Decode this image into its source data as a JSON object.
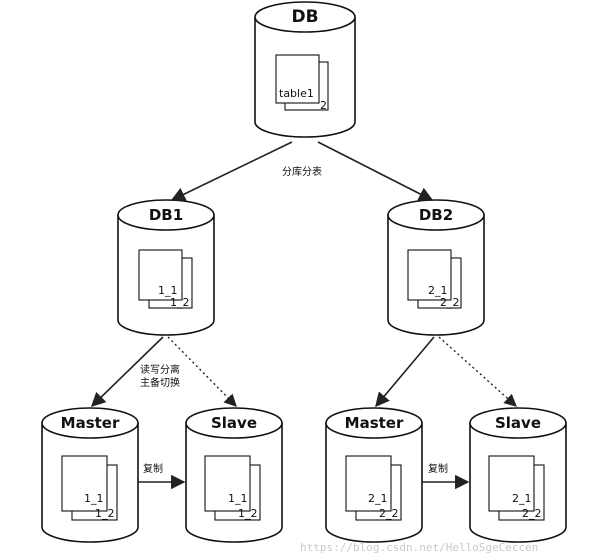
{
  "nodes": {
    "db": {
      "title": "DB",
      "tables": [
        "table1",
        "2"
      ]
    },
    "db1": {
      "title": "DB1",
      "tables": [
        "1_1",
        "1_2"
      ]
    },
    "db2": {
      "title": "DB2",
      "tables": [
        "2_1",
        "2_2"
      ]
    },
    "master1": {
      "title": "Master",
      "tables": [
        "1_1",
        "1_2"
      ]
    },
    "slave1": {
      "title": "Slave",
      "tables": [
        "1_1",
        "1_2"
      ]
    },
    "master2": {
      "title": "Master",
      "tables": [
        "2_1",
        "2_2"
      ]
    },
    "slave2": {
      "title": "Slave",
      "tables": [
        "2_1",
        "2_2"
      ]
    }
  },
  "edges": {
    "split": "分库分表",
    "rw_split_line1": "读写分离",
    "rw_split_line2": "主备切换",
    "replicate1": "复制",
    "replicate2": "复制"
  },
  "watermark": "https://blog.csdn.net/HelloSgeCeccen"
}
